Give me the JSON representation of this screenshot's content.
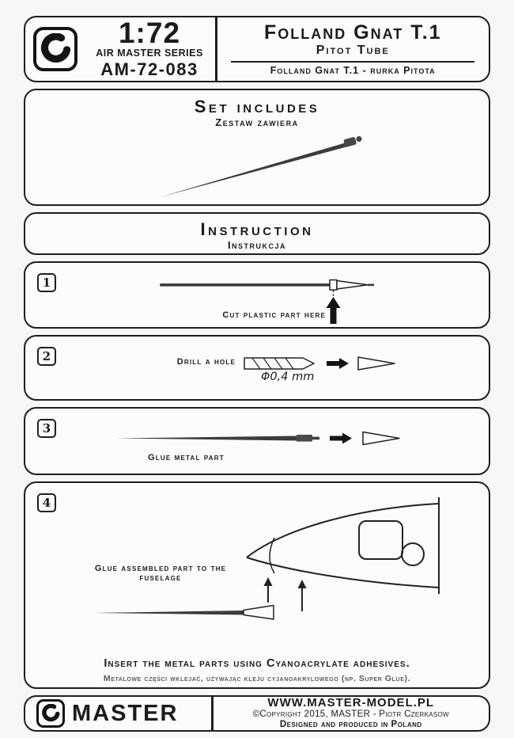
{
  "header": {
    "scale": "1:72",
    "series": "AIR MASTER SERIES",
    "code": "AM-72-083",
    "title": "Folland Gnat T.1",
    "subtitle": "Pitot Tube",
    "translation": "Folland Gnat T.1 - rurka Pitota"
  },
  "set_includes": {
    "title": "Set includes",
    "subtitle": "Zestaw zawiera",
    "part_icon": "pitot-tube-drawing"
  },
  "instruction": {
    "title": "Instruction",
    "subtitle": "Instrukcja"
  },
  "steps": [
    {
      "number": "1",
      "label": "Cut plastic part here"
    },
    {
      "number": "2",
      "label": "Drill a hole",
      "diameter": "Φ0,4 mm"
    },
    {
      "number": "3",
      "label": "Glue metal part"
    },
    {
      "number": "4",
      "label": "Glue assembled part to the fuselage"
    }
  ],
  "note": {
    "english": "Insert the metal parts using Cyanoacrylate adhesives.",
    "polish": "Metalowe części wklejać, używając kleju cyjanoakrylowego (np. Super Glue)."
  },
  "footer": {
    "brand": "MASTER",
    "website": "WWW.MASTER-MODEL.PL",
    "copyright": "©Copyright 2015, MASTER - Piotr Czerkasow",
    "origin": "Designed and produced in Poland"
  },
  "colors": {
    "ink": "#1b1b1b",
    "metal_part": "#3c3c3c",
    "paper": "#f7f7f5"
  }
}
